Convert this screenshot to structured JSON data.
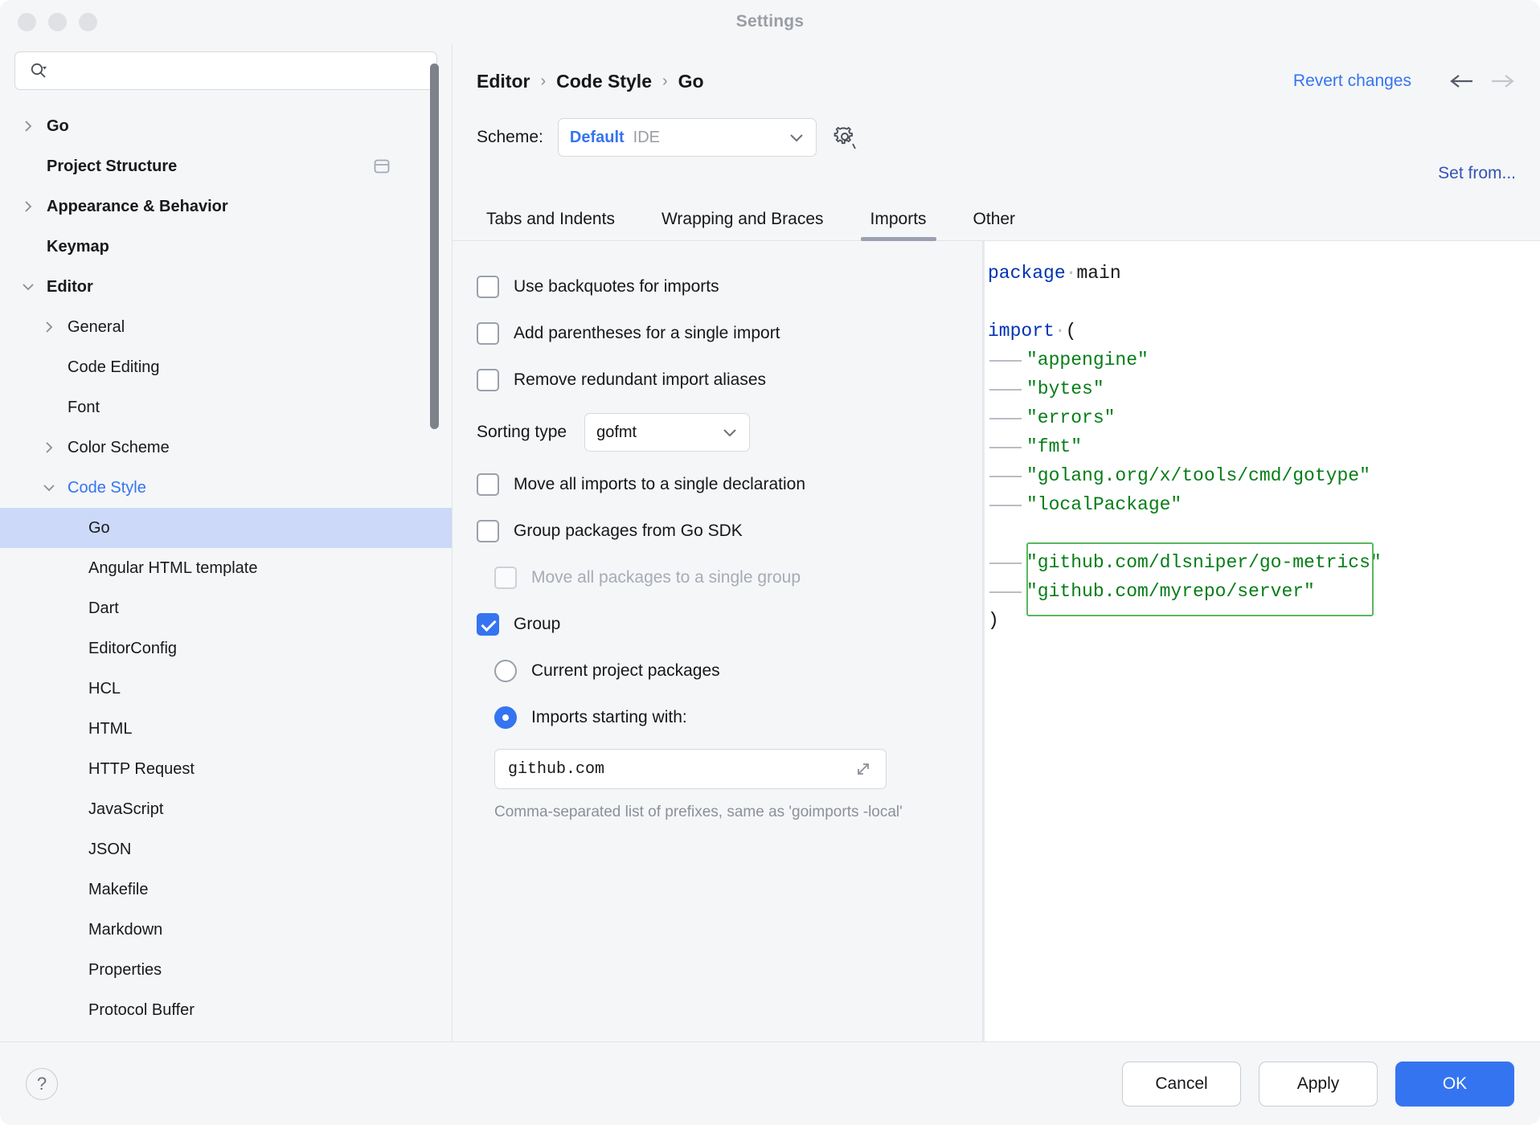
{
  "window": {
    "title": "Settings",
    "traffic_lights": [
      "close",
      "minimize",
      "zoom"
    ]
  },
  "search": {
    "value": "",
    "placeholder": ""
  },
  "sidebar": {
    "items": [
      {
        "label": "Go",
        "bold": true,
        "indent": 0,
        "chevron": "right",
        "selected": false
      },
      {
        "label": "Project Structure",
        "bold": true,
        "indent": 0,
        "chevron": "none",
        "selected": false,
        "badge_icon": "panel-icon"
      },
      {
        "label": "Appearance & Behavior",
        "bold": true,
        "indent": 0,
        "chevron": "right",
        "selected": false
      },
      {
        "label": "Keymap",
        "bold": true,
        "indent": 0,
        "chevron": "none",
        "selected": false
      },
      {
        "label": "Editor",
        "bold": true,
        "indent": 0,
        "chevron": "down",
        "selected": false
      },
      {
        "label": "General",
        "bold": false,
        "indent": 1,
        "chevron": "right",
        "selected": false
      },
      {
        "label": "Code Editing",
        "bold": false,
        "indent": 1,
        "chevron": "none",
        "selected": false
      },
      {
        "label": "Font",
        "bold": false,
        "indent": 1,
        "chevron": "none",
        "selected": false
      },
      {
        "label": "Color Scheme",
        "bold": false,
        "indent": 1,
        "chevron": "right",
        "selected": false
      },
      {
        "label": "Code Style",
        "bold": false,
        "indent": 1,
        "chevron": "down",
        "selected": false,
        "blue": true
      },
      {
        "label": "Go",
        "bold": false,
        "indent": 2,
        "chevron": "none",
        "selected": true
      },
      {
        "label": "Angular HTML template",
        "bold": false,
        "indent": 2,
        "chevron": "none",
        "selected": false
      },
      {
        "label": "Dart",
        "bold": false,
        "indent": 2,
        "chevron": "none",
        "selected": false
      },
      {
        "label": "EditorConfig",
        "bold": false,
        "indent": 2,
        "chevron": "none",
        "selected": false
      },
      {
        "label": "HCL",
        "bold": false,
        "indent": 2,
        "chevron": "none",
        "selected": false
      },
      {
        "label": "HTML",
        "bold": false,
        "indent": 2,
        "chevron": "none",
        "selected": false
      },
      {
        "label": "HTTP Request",
        "bold": false,
        "indent": 2,
        "chevron": "none",
        "selected": false
      },
      {
        "label": "JavaScript",
        "bold": false,
        "indent": 2,
        "chevron": "none",
        "selected": false
      },
      {
        "label": "JSON",
        "bold": false,
        "indent": 2,
        "chevron": "none",
        "selected": false
      },
      {
        "label": "Makefile",
        "bold": false,
        "indent": 2,
        "chevron": "none",
        "selected": false
      },
      {
        "label": "Markdown",
        "bold": false,
        "indent": 2,
        "chevron": "none",
        "selected": false
      },
      {
        "label": "Properties",
        "bold": false,
        "indent": 2,
        "chevron": "none",
        "selected": false
      },
      {
        "label": "Protocol Buffer",
        "bold": false,
        "indent": 2,
        "chevron": "none",
        "selected": false
      }
    ]
  },
  "header": {
    "breadcrumb": [
      "Editor",
      "Code Style",
      "Go"
    ],
    "separator": "›",
    "revert_label": "Revert changes",
    "back_icon": "arrow-left-icon",
    "forward_icon": "arrow-right-icon"
  },
  "scheme": {
    "label": "Scheme:",
    "name": "Default",
    "suffix": "IDE",
    "gear_icon": "gear-icon",
    "set_from_label": "Set from..."
  },
  "tabs": [
    {
      "label": "Tabs and Indents",
      "active": false
    },
    {
      "label": "Wrapping and Braces",
      "active": false
    },
    {
      "label": "Imports",
      "active": true
    },
    {
      "label": "Other",
      "active": false
    }
  ],
  "options": {
    "use_backquotes": {
      "label": "Use backquotes for imports",
      "checked": false
    },
    "add_parentheses": {
      "label": "Add parentheses for a single import",
      "checked": false
    },
    "remove_aliases": {
      "label": "Remove redundant import aliases",
      "checked": false
    },
    "sorting_type": {
      "label": "Sorting type",
      "value": "gofmt"
    },
    "move_all_imports": {
      "label": "Move all imports to a single declaration",
      "checked": false
    },
    "group_sdk": {
      "label": "Group packages from Go SDK",
      "checked": false
    },
    "move_all_packages": {
      "label": "Move all packages to a single group",
      "checked": false,
      "disabled": true
    },
    "group": {
      "label": "Group",
      "checked": true
    },
    "radio_current_project": {
      "label": "Current project packages",
      "selected": false
    },
    "radio_imports_starting": {
      "label": "Imports starting with:",
      "selected": true
    },
    "prefix_field": {
      "value": "github.com",
      "expand_icon": "expand-icon"
    },
    "hint": "Comma-separated list of prefixes, same as 'goimports -local'"
  },
  "preview": {
    "lines": [
      {
        "indent": 0,
        "tokens": [
          {
            "t": "package",
            "c": "kw"
          },
          {
            "t": "·",
            "c": "dot"
          },
          {
            "t": "main",
            "c": "pn"
          }
        ]
      },
      {
        "indent": 0,
        "tokens": []
      },
      {
        "indent": 0,
        "tokens": [
          {
            "t": "import",
            "c": "kw"
          },
          {
            "t": "·",
            "c": "dot"
          },
          {
            "t": "(",
            "c": "pn"
          }
        ]
      },
      {
        "indent": 1,
        "tokens": [
          {
            "t": "\"appengine\"",
            "c": "str"
          }
        ]
      },
      {
        "indent": 1,
        "tokens": [
          {
            "t": "\"bytes\"",
            "c": "str"
          }
        ]
      },
      {
        "indent": 1,
        "tokens": [
          {
            "t": "\"errors\"",
            "c": "str"
          }
        ]
      },
      {
        "indent": 1,
        "tokens": [
          {
            "t": "\"fmt\"",
            "c": "str"
          }
        ]
      },
      {
        "indent": 1,
        "tokens": [
          {
            "t": "\"golang.org/x/tools/cmd/gotype\"",
            "c": "str"
          }
        ]
      },
      {
        "indent": 1,
        "tokens": [
          {
            "t": "\"localPackage\"",
            "c": "str"
          }
        ]
      },
      {
        "indent": 0,
        "tokens": []
      },
      {
        "indent": 1,
        "tokens": [
          {
            "t": "\"github.com/dlsniper/go-metrics\"",
            "c": "str"
          }
        ]
      },
      {
        "indent": 1,
        "tokens": [
          {
            "t": "\"github.com/myrepo/server\"",
            "c": "str"
          }
        ]
      },
      {
        "indent": 0,
        "tokens": [
          {
            "t": ")",
            "c": "pn"
          }
        ]
      }
    ],
    "highlight_color": "#59b75e"
  },
  "footer": {
    "help_label": "?",
    "cancel_label": "Cancel",
    "apply_label": "Apply",
    "ok_label": "OK"
  },
  "colors": {
    "accent": "#3574f0",
    "selection": "#ccd9f8",
    "keyword": "#0033b3",
    "string": "#067d17",
    "highlight_border": "#59b75e"
  }
}
